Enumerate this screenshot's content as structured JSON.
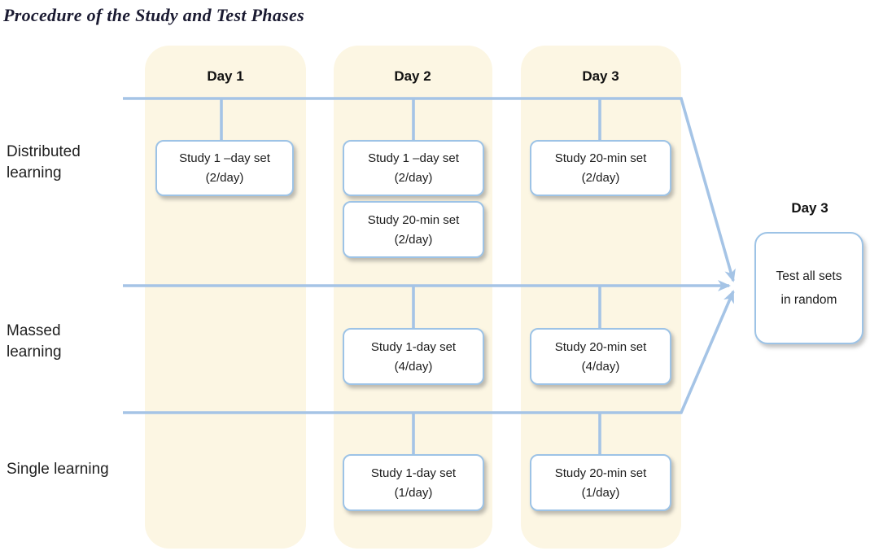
{
  "title": "Procedure of the Study and Test Phases",
  "columns": [
    {
      "label": "Day 1"
    },
    {
      "label": "Day 2"
    },
    {
      "label": "Day 3"
    }
  ],
  "rows": [
    {
      "label": "Distributed learning"
    },
    {
      "label": "Massed learning"
    },
    {
      "label": "Single learning"
    }
  ],
  "boxes": {
    "dist_day1": {
      "title": "Study 1 –day set",
      "sub": "(2/day)"
    },
    "dist_day2a": {
      "title": "Study 1 –day set",
      "sub": "(2/day)"
    },
    "dist_day2b": {
      "title": "Study 20-min set",
      "sub": "(2/day)"
    },
    "dist_day3": {
      "title": "Study 20-min set",
      "sub": "(2/day)"
    },
    "massed_day2": {
      "title": "Study 1-day set",
      "sub": "(4/day)"
    },
    "massed_day3": {
      "title": "Study 20-min set",
      "sub": "(4/day)"
    },
    "single_day2": {
      "title": "Study 1-day set",
      "sub": "(1/day)"
    },
    "single_day3": {
      "title": "Study 20-min set",
      "sub": "(1/day)"
    }
  },
  "test": {
    "day_label": "Day 3",
    "line1": "Test all sets",
    "line2": "in random"
  },
  "colors": {
    "band": "#FCF6E3",
    "line": "#A5C4E6",
    "border": "#9DC3E6",
    "ink": "#1F1F1F",
    "title_ink": "#1B1B32"
  }
}
